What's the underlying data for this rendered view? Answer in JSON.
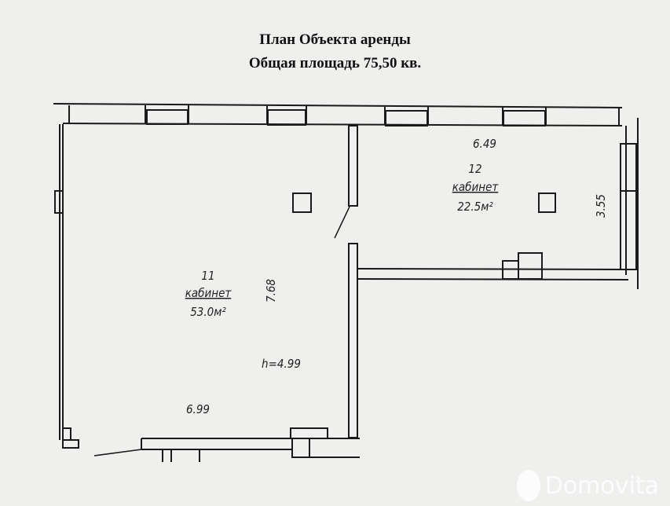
{
  "title": {
    "line1": "План Объекта аренды",
    "line2": "Общая площадь 75,50 кв."
  },
  "rooms": [
    {
      "number": "11",
      "name": "кабинет",
      "area": "53.0м²",
      "length": "7.68",
      "width": "6.99",
      "height": "h=4.99"
    },
    {
      "number": "12",
      "name": "кабинет",
      "area": "22.5м²",
      "length": "6.49",
      "width": "3.55"
    }
  ],
  "watermark": "Domovita",
  "colors": {
    "line": "#1a1a1a",
    "background": "#efefed"
  }
}
